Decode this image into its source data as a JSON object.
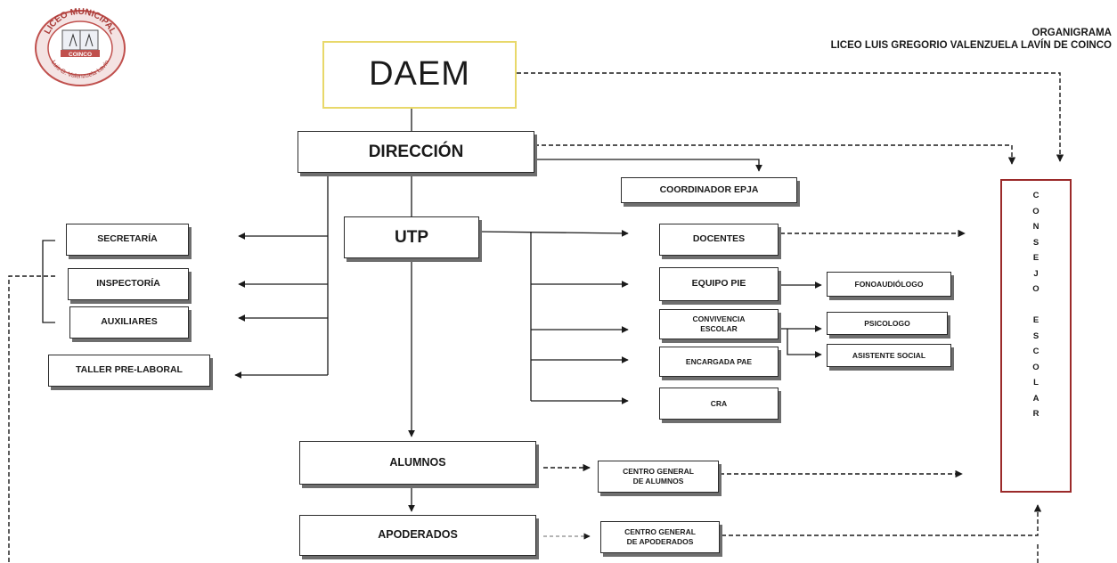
{
  "header": {
    "title_line1": "ORGANIGRAMA",
    "title_line2": "LICEO LUIS GREGORIO VALENZUELA LAVÍN DE COINCO"
  },
  "logo": {
    "top_text": "LICEO MUNICIPAL",
    "center_text": "COINCO",
    "bottom_text": "Luis G. Valenzuela Lavín",
    "ring_color": "#c0504d"
  },
  "nodes": {
    "daem": "DAEM",
    "direccion": "DIRECCIÓN",
    "coordinador_epja": "COORDINADOR EPJA",
    "utp": "UTP",
    "secretaria": "SECRETARÍA",
    "inspectoria": "INSPECTORÍA",
    "auxiliares": "AUXILIARES",
    "taller": "TALLER PRE-LABORAL",
    "docentes": "DOCENTES",
    "equipo_pie": "EQUIPO PIE",
    "fonoaudiologo": "FONOAUDIÓLOGO",
    "convivencia": "CONVIVENCIA\nESCOLAR",
    "psicologo": "PSICOLOGO",
    "asistente_social": "ASISTENTE SOCIAL",
    "encargada_pae": "ENCARGADA PAE",
    "cra": "CRA",
    "alumnos": "ALUMNOS",
    "centro_alumnos": "CENTRO GENERAL\nDE ALUMNOS",
    "apoderados": "APODERADOS",
    "centro_apoderados": "CENTRO GENERAL\nDE APODERADOS"
  },
  "consejo_letters": [
    "C",
    "O",
    "N",
    "S",
    "E",
    "J",
    "O",
    "",
    "E",
    "S",
    "C",
    "O",
    "L",
    "A",
    "R"
  ],
  "colors": {
    "daem_border": "#e8d86a",
    "consejo_border": "#9b2a2a",
    "line": "#1a1a1a"
  }
}
